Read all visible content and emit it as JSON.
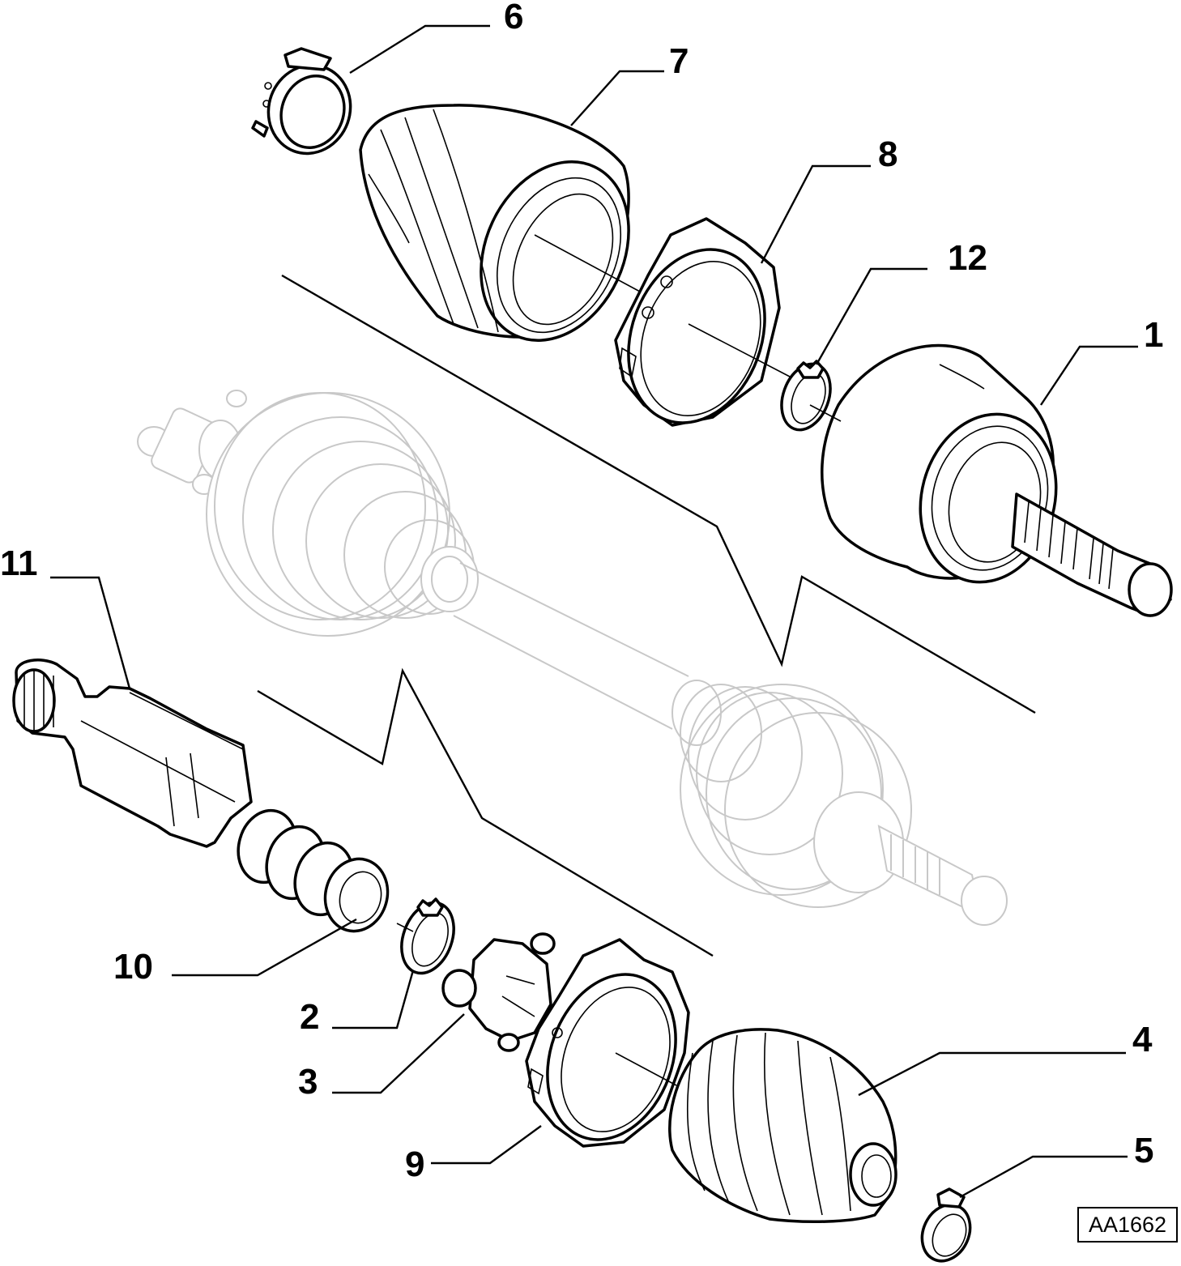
{
  "callouts": [
    {
      "id": "1",
      "label": "1"
    },
    {
      "id": "2",
      "label": "2"
    },
    {
      "id": "3",
      "label": "3"
    },
    {
      "id": "4",
      "label": "4"
    },
    {
      "id": "5",
      "label": "5"
    },
    {
      "id": "6",
      "label": "6"
    },
    {
      "id": "7",
      "label": "7"
    },
    {
      "id": "8",
      "label": "8"
    },
    {
      "id": "9",
      "label": "9"
    },
    {
      "id": "10",
      "label": "10"
    },
    {
      "id": "11",
      "label": "11"
    },
    {
      "id": "12",
      "label": "12"
    }
  ],
  "reference_code": "AA1662",
  "colors": {
    "line": "#000000",
    "ghost": "#c8c8c8",
    "background": "#ffffff"
  }
}
